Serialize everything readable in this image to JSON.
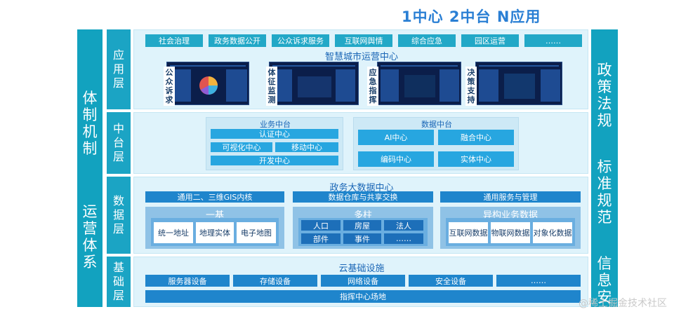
{
  "title": "1中心  2中台  N应用",
  "left_bar": {
    "top": "体制机制",
    "bottom": "运营体系"
  },
  "right_bar": {
    "items": [
      "政策法规",
      "标准规范",
      "信息安全"
    ]
  },
  "layers": {
    "application": {
      "label": "应用层",
      "tabs": [
        "社会治理",
        "政务数据公开",
        "公众诉求服务",
        "互联网舆情",
        "综合应急",
        "园区运营",
        "……"
      ],
      "center_title": "智慧城市运营中心",
      "screens": [
        "公众诉求",
        "体征监测",
        "应急指挥",
        "决策支持"
      ]
    },
    "middle": {
      "label": "中台层",
      "business": {
        "title": "业务中台",
        "items": [
          "认证中心",
          "可视化中心",
          "移动中心",
          "开发中心"
        ]
      },
      "data": {
        "title": "数据中台",
        "items": [
          "AI中心",
          "融合中心",
          "编码中心",
          "实体中心"
        ]
      }
    },
    "data": {
      "label": "数据层",
      "center_title": "政务大数据中心",
      "bars": [
        "通用二、三维GIS内核",
        "数据仓库与共享交换",
        "通用服务与管理"
      ],
      "groups": [
        {
          "title": "一基",
          "items": [
            "统一地址",
            "地理实体",
            "电子地图"
          ]
        },
        {
          "title": "多柱",
          "items": [
            "人口",
            "房屋",
            "法人",
            "部件",
            "事件",
            "……"
          ]
        },
        {
          "title": "异构业务数据",
          "items": [
            "互联网数据",
            "物联网数据",
            "对象化数据"
          ]
        }
      ]
    },
    "infrastructure": {
      "label": "基础层",
      "title": "云基础设施",
      "items": [
        "服务器设备",
        "存储设备",
        "网络设备",
        "安全设备",
        "……"
      ],
      "bottom": "指挥中心场地"
    }
  },
  "watermark": "@稀土掘金技术社区",
  "colors": {
    "teal": "#12a2bf",
    "blue": "#1f85cc",
    "panel": "#dff3fb",
    "title": "#2a7fd4"
  }
}
